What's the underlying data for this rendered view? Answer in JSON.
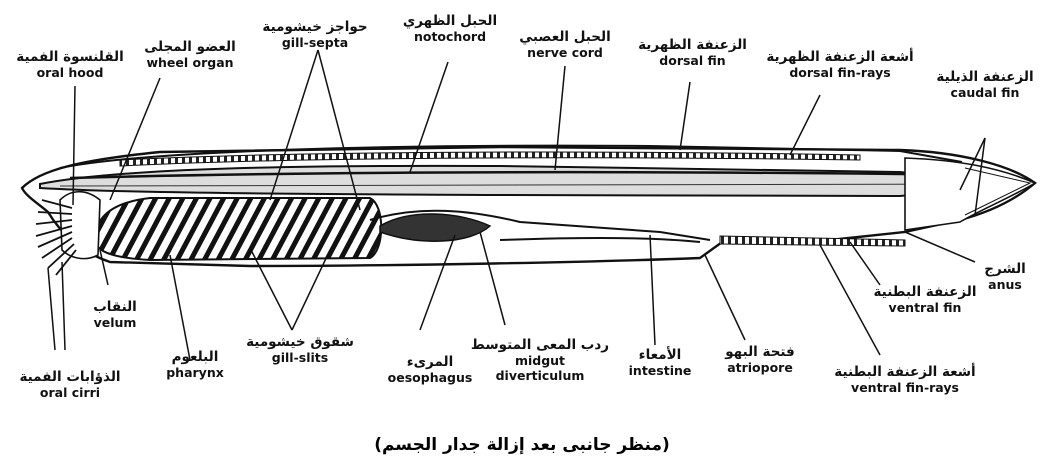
{
  "labels": {
    "oral_hood": {
      "ar": "القلنسوة الفمية",
      "en": "oral hood"
    },
    "wheel_organ": {
      "ar": "العضو المجلى",
      "en": "wheel organ"
    },
    "gill_septa": {
      "ar": "حواجز خيشومية",
      "en": "gill-septa"
    },
    "notochord": {
      "ar": "الحبل الظهري",
      "en": "notochord"
    },
    "nerve_cord": {
      "ar": "الحبل العصبي",
      "en": "nerve cord"
    },
    "dorsal_fin": {
      "ar": "الزعنفة الظهرية",
      "en": "dorsal fin"
    },
    "dorsal_fin_rays": {
      "ar": "أشعة الزعنفة الظهرية",
      "en": "dorsal fin-rays"
    },
    "caudal_fin": {
      "ar": "الزعنفة الذيلية",
      "en": "caudal fin"
    },
    "velum": {
      "ar": "النقاب",
      "en": "velum"
    },
    "pharynx": {
      "ar": "البلعوم",
      "en": "pharynx"
    },
    "gill_slits": {
      "ar": "شقوق خيشومية",
      "en": "gill-slits"
    },
    "oesophagus": {
      "ar": "المرىء",
      "en": "oesophagus"
    },
    "midgut_diverticulum": {
      "ar": "ردب المعى المتوسط",
      "en1": "midgut",
      "en2": "diverticulum"
    },
    "intestine": {
      "ar": "الأمعاء",
      "en": "intestine"
    },
    "atriopore": {
      "ar": "فتحة البهو",
      "en": "atriopore"
    },
    "ventral_fin_rays": {
      "ar": "أشعة الزعنفة البطنية",
      "en": "ventral fin-rays"
    },
    "ventral_fin": {
      "ar": "الزعنفة البطنية",
      "en": "ventral fin"
    },
    "anus": {
      "ar": "الشرج",
      "en": "anus"
    },
    "oral_cirri": {
      "ar": "الذؤابات الفمية",
      "en": "oral cirri"
    }
  },
  "caption": "(منظر جانبى بعد إزالة جدار الجسم)"
}
